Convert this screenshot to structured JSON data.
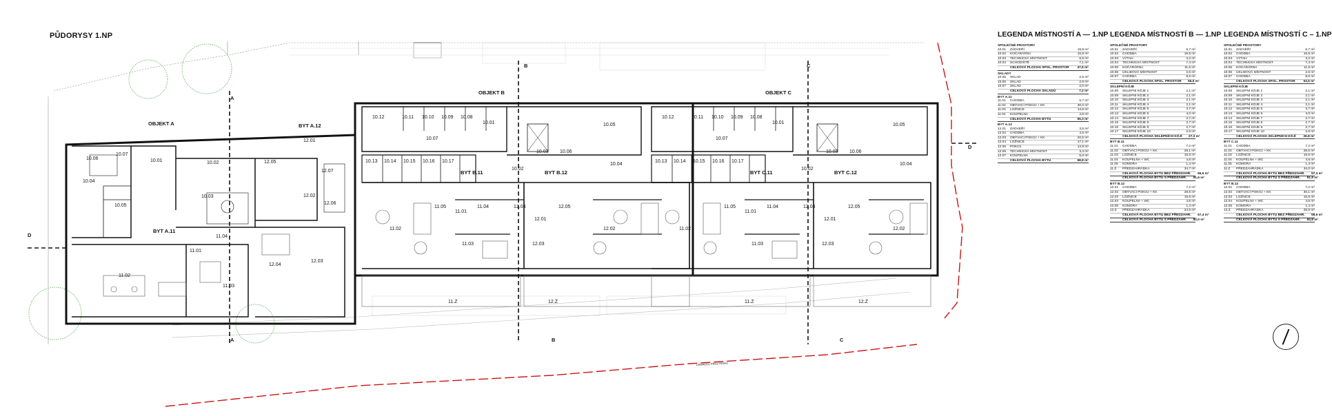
{
  "title": "PŮDORYSY 1.NP",
  "labels": {
    "objects": [
      "OBJEKT A",
      "OBJEKT B",
      "OBJEKT C"
    ],
    "flats": [
      "BYT A.11",
      "BYT A.12",
      "BYT B.11",
      "BYT B.12",
      "BYT C.11",
      "BYT C.12"
    ],
    "sections": [
      "A",
      "B",
      "C",
      "D"
    ],
    "street": "UAMACEC PRŮSTRAHU",
    "rooms_a": [
      "10.01",
      "10.02",
      "10.03",
      "10.04",
      "10.05",
      "10.06",
      "10.07",
      "11.01",
      "11.02",
      "11.03",
      "11.04",
      "12.01",
      "12.02",
      "12.03",
      "12.04",
      "12.05",
      "12.06",
      "12.07"
    ],
    "rooms_bc": [
      "10.01",
      "10.02",
      "10.03",
      "10.04",
      "10.05",
      "10.06",
      "10.07",
      "10.08",
      "10.09",
      "10.10",
      "10.11",
      "10.12",
      "10.13",
      "10.14",
      "10.15",
      "10.16",
      "10.17",
      "11.01",
      "11.02",
      "11.03",
      "11.04",
      "11.05",
      "12.01",
      "12.02",
      "12.03",
      "12.04",
      "12.05"
    ],
    "terraces": [
      "11.Z",
      "12.Z"
    ]
  },
  "legends": [
    {
      "title": "LEGENDA MÍSTNOSTÍ A — 1.NP",
      "groups": [
        {
          "heading": "SPOLEČNÉ PROSTORY",
          "rows": [
            [
              "10.01",
              "ZÁDVEŘÍ",
              "19,8 m²"
            ],
            [
              "10.02",
              "KOČÁRÁRNA",
              "10,8 m²"
            ],
            [
              "10.03",
              "TECHNICKÁ MÍSTNOST",
              "6,9 m²"
            ],
            [
              "10.04",
              "SCHODIŠTĚ",
              "7,1 m²"
            ]
          ],
          "total": [
            "CELKOVÁ PLOCHA SPOL. PROSTOR",
            "47,6 m²"
          ]
        },
        {
          "heading": "SKLADY",
          "rows": [
            [
              "10.05",
              "SKLAD",
              "2,5 m²"
            ],
            [
              "10.06",
              "SKLAD",
              "2,9 m²"
            ],
            [
              "10.07",
              "SKLAD",
              "2,0 m²"
            ]
          ],
          "total": [
            "CELKOVÁ PLOCHA SKLADŮ",
            "7,2 m²"
          ]
        },
        {
          "heading": "BYT A.11",
          "rows": [
            [
              "11.01",
              "CHODBA",
              "6,7 m²"
            ],
            [
              "11.02",
              "OBÝVACÍ POKOJ + KK",
              "30,0 m²"
            ],
            [
              "11.03",
              "LOŽNICE",
              "13,8 m²"
            ],
            [
              "11.04",
              "KOUPELNA",
              "4,8 m²"
            ]
          ],
          "total": [
            "CELKOVÁ PLOCHA BYTU",
            "55,3 m²"
          ]
        },
        {
          "heading": "BYT A.12",
          "rows": [
            [
              "12.01",
              "ZÁDVEŘÍ",
              "3,5 m²"
            ],
            [
              "12.02",
              "CHODBA",
              "4,5 m²"
            ],
            [
              "12.03",
              "OBÝVACÍ POKOJ + KK",
              "20,5 m²"
            ],
            [
              "12.04",
              "LOŽNICE",
              "17,1 m²"
            ],
            [
              "12.05",
              "POKOJ",
              "14,9 m²"
            ],
            [
              "12.06",
              "TECHNICKÁ MÍSTNOST",
              "3,3 m²"
            ],
            [
              "12.07",
              "KOUPELNA",
              "5,0 m²"
            ]
          ],
          "total": [
            "CELKOVÁ PLOCHA BYTU",
            "68,8 m²"
          ]
        }
      ]
    },
    {
      "title": "LEGENDA MÍSTNOSTÍ B — 1.NP",
      "groups": [
        {
          "heading": "SPOLEČNÉ PROSTORY",
          "rows": [
            [
              "10.01",
              "ZÁDVEŘÍ",
              "6,7 m²"
            ],
            [
              "10.02",
              "CHODBA",
              "16,5 m²"
            ],
            [
              "10.03",
              "VÝTAH",
              "3,2 m²"
            ],
            [
              "10.04",
              "TECHNICKÁ MÍSTNOST",
              "7,4 m²"
            ],
            [
              "10.05",
              "KOČÁRÁRNA",
              "11,5 m²"
            ],
            [
              "10.06",
              "ÚKLIDOVÁ MÍSTNOST",
              "2,6 m²"
            ],
            [
              "10.07",
              "CHODBA",
              "8,6 m²"
            ]
          ],
          "total": [
            "CELKOVÁ PLOCHA SPOL. PROSTOR",
            "56,5 m²"
          ]
        },
        {
          "heading": "SKLEPNÍ KÓJE",
          "rows": [
            [
              "10.08",
              "SKLEPNÍ KÓJE 1",
              "2,1 m²"
            ],
            [
              "10.09",
              "SKLEPNÍ KÓJE 2",
              "2,1 m²"
            ],
            [
              "10.10",
              "SKLEPNÍ KÓJE 3",
              "2,1 m²"
            ],
            [
              "10.11",
              "SKLEPNÍ KÓJE 4",
              "2,1 m²"
            ],
            [
              "10.12",
              "SKLEPNÍ KÓJE 5",
              "3,7 m²"
            ],
            [
              "10.13",
              "SKLEPNÍ KÓJE 6",
              "4,0 m²"
            ],
            [
              "10.14",
              "SKLEPNÍ KÓJE 7",
              "2,7 m²"
            ],
            [
              "10.15",
              "SKLEPNÍ KÓJE 8",
              "2,7 m²"
            ],
            [
              "10.16",
              "SKLEPNÍ KÓJE 9",
              "2,7 m²"
            ],
            [
              "10.17",
              "SKLEPNÍ KÓJE 10",
              "2,6 m²"
            ]
          ],
          "total": [
            "CELKOVÁ PLOCHA SKLEPNÍCH KÓJÍ",
            "27,2 m²"
          ]
        },
        {
          "heading": "BYT B.11",
          "rows": [
            [
              "11.01",
              "CHODBA",
              "7,2 m²"
            ],
            [
              "11.02",
              "OBÝVACÍ POKOJ + KK",
              "28,1 m²"
            ],
            [
              "11.03",
              "LOŽNICE",
              "15,6 m²"
            ],
            [
              "11.04",
              "KOUPELNA + WC",
              "4,6 m²"
            ],
            [
              "11.05",
              "KOMORA",
              "1,4 m²"
            ],
            [
              "11.Z",
              "PŘEDZAHRÁDKA",
              "34,7 m²"
            ]
          ],
          "total": [
            "CELKOVÁ PLOCHA BYTU BEZ PŘEDZAHR.",
            "56,9 m²"
          ],
          "total2": [
            "CELKOVÁ PLOCHA BYTU S PŘEDZAHR.",
            "91,6 m²"
          ]
        },
        {
          "heading": "BYT B.12",
          "rows": [
            [
              "12.01",
              "CHODBA",
              "7,2 m²"
            ],
            [
              "12.02",
              "OBÝVACÍ POKOJ + KK",
              "28,6 m²"
            ],
            [
              "12.03",
              "LOŽNICE",
              "15,6 m²"
            ],
            [
              "12.04",
              "KOUPELNA + WC",
              "4,6 m²"
            ],
            [
              "12.05",
              "KOMORA",
              "1,4 m²"
            ],
            [
              "12.Z",
              "PŘEDZAHRÁDKA",
              "24,6 m²"
            ]
          ],
          "total": [
            "CELKOVÁ PLOCHA BYTU BEZ PŘEDZAHR.",
            "57,4 m²"
          ],
          "total2": [
            "CELKOVÁ PLOCHA BYTU S PŘEDZAHR.",
            "82,0 m²"
          ]
        }
      ]
    },
    {
      "title": "LEGENDA MÍSTNOSTÍ C – 1.NP",
      "groups": [
        {
          "heading": "SPOLEČNÉ PROSTORY",
          "rows": [
            [
              "10.01",
              "ZÁDVEŘÍ",
              "6,7 m²"
            ],
            [
              "10.02",
              "CHODBA",
              "16,5 m²"
            ],
            [
              "10.03",
              "VÝTAH",
              "3,2 m²"
            ],
            [
              "10.04",
              "TECHNICKÁ MÍSTNOST",
              "7,4 m²"
            ],
            [
              "10.05",
              "KOČÁRÁRNA",
              "11,5 m²"
            ],
            [
              "10.06",
              "ÚKLIDOVÁ MÍSTNOST",
              "2,6 m²"
            ],
            [
              "10.07",
              "CHODBA",
              "8,6 m²"
            ]
          ],
          "total": [
            "CELKOVÁ PLOCHA SPOL. PROSTOR",
            "53,5 m²"
          ]
        },
        {
          "heading": "SKLEPNÍ KÓJE",
          "rows": [
            [
              "10.08",
              "SKLEPNÍ KÓJE 1",
              "2,1 m²"
            ],
            [
              "10.09",
              "SKLEPNÍ KÓJE 2",
              "2,1 m²"
            ],
            [
              "10.10",
              "SKLEPNÍ KÓJE 3",
              "2,1 m²"
            ],
            [
              "10.11",
              "SKLEPNÍ KÓJE 4",
              "2,1 m²"
            ],
            [
              "10.12",
              "SKLEPNÍ KÓJE 5",
              "3,7 m²"
            ],
            [
              "10.13",
              "SKLEPNÍ KÓJE 6",
              "4,0 m²"
            ],
            [
              "10.14",
              "SKLEPNÍ KÓJE 7",
              "2,7 m²"
            ],
            [
              "10.15",
              "SKLEPNÍ KÓJE 8",
              "2,7 m²"
            ],
            [
              "10.16",
              "SKLEPNÍ KÓJE 9",
              "2,7 m²"
            ],
            [
              "10.17",
              "SKLEPNÍ KÓJE 10",
              "2,6 m²"
            ]
          ],
          "total": [
            "CELKOVÁ PLOCHA SKLEPNÍCH KÓJÍ",
            "26,8 m²"
          ]
        },
        {
          "heading": "BYT C.11",
          "rows": [
            [
              "11.01",
              "CHODBA",
              "7,2 m²"
            ],
            [
              "11.02",
              "OBÝVACÍ POKOJ + KK",
              "28,6 m²"
            ],
            [
              "11.03",
              "LOŽNICE",
              "15,6 m²"
            ],
            [
              "11.04",
              "KOUPELNA + WC",
              "4,6 m²"
            ],
            [
              "11.05",
              "KOMORA",
              "1,4 m²"
            ],
            [
              "11.Z",
              "PŘEDZAHRÁDKA",
              "34,0 m²"
            ]
          ],
          "total": [
            "CELKOVÁ PLOCHA BYTU BEZ PŘEDZAHR.",
            "57,4 m²"
          ],
          "total2": [
            "CELKOVÁ PLOCHA BYTU S PŘEDZAHR.",
            "91,9 m²"
          ]
        },
        {
          "heading": "BYT B.12",
          "rows": [
            [
              "12.01",
              "CHODBA",
              "7,2 m²"
            ],
            [
              "12.02",
              "OBÝVACÍ POKOJ + KK",
              "30,1 m²"
            ],
            [
              "12.03",
              "LOŽNICE",
              "15,6 m²"
            ],
            [
              "12.04",
              "KOUPELNA + WC",
              "4,6 m²"
            ],
            [
              "12.05",
              "KOMORA",
              "1,4 m²"
            ],
            [
              "12.Z",
              "PŘEDZAHRÁDKA",
              "25,9 m²"
            ]
          ],
          "total": [
            "CELKOVÁ PLOCHA BYTU BEZ PŘEDZAHR.",
            "58,9 m²"
          ],
          "total2": [
            "CELKOVÁ PLOCHA BYTU S PŘEDZAHR.",
            "84,8 m²"
          ]
        }
      ]
    }
  ],
  "colors": {
    "wall": "#111111",
    "site_line": "#cc1111",
    "tree": "#55aa55",
    "hatch": "#bbbbbb"
  }
}
